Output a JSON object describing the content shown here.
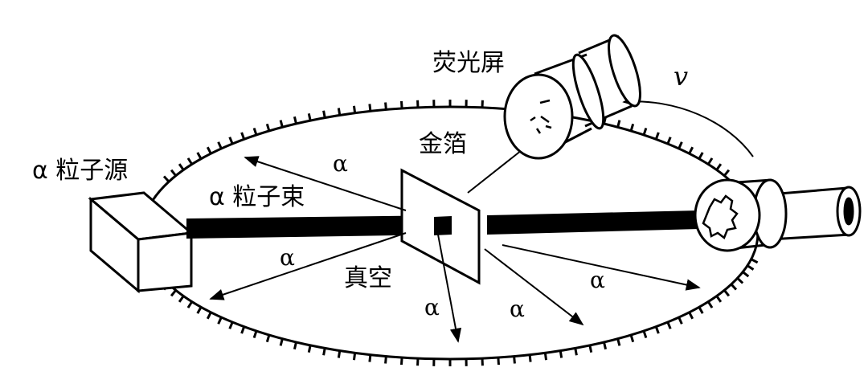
{
  "labels": {
    "source": "α 粒子源",
    "beam": "α 粒子束",
    "foil": "金箔",
    "screen": "荧光屏",
    "vacuum": "真空",
    "velocity": "v",
    "alpha": "α"
  },
  "colors": {
    "ink": "#000000",
    "paper": "#ffffff"
  }
}
